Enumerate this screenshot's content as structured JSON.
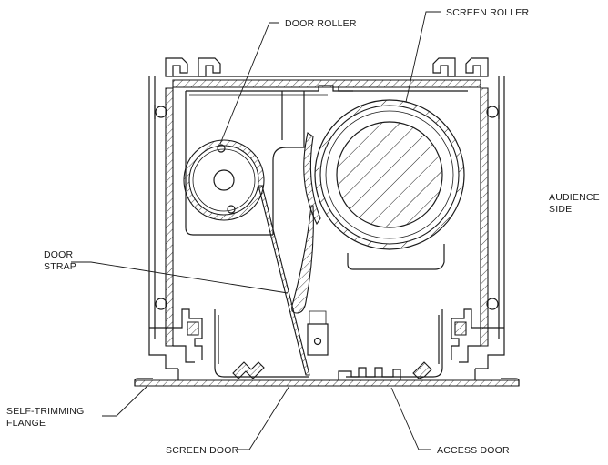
{
  "labels": {
    "door_roller": "DOOR ROLLER",
    "screen_roller": "SCREEN ROLLER",
    "audience_side_line1": "AUDIENCE",
    "audience_side_line2": "SIDE",
    "door_strap_line1": "DOOR",
    "door_strap_line2": "STRAP",
    "self_trimming_line1": "SELF-TRIMMING",
    "self_trimming_line2": "FLANGE",
    "screen_door": "SCREEN DOOR",
    "access_door": "ACCESS DOOR"
  }
}
